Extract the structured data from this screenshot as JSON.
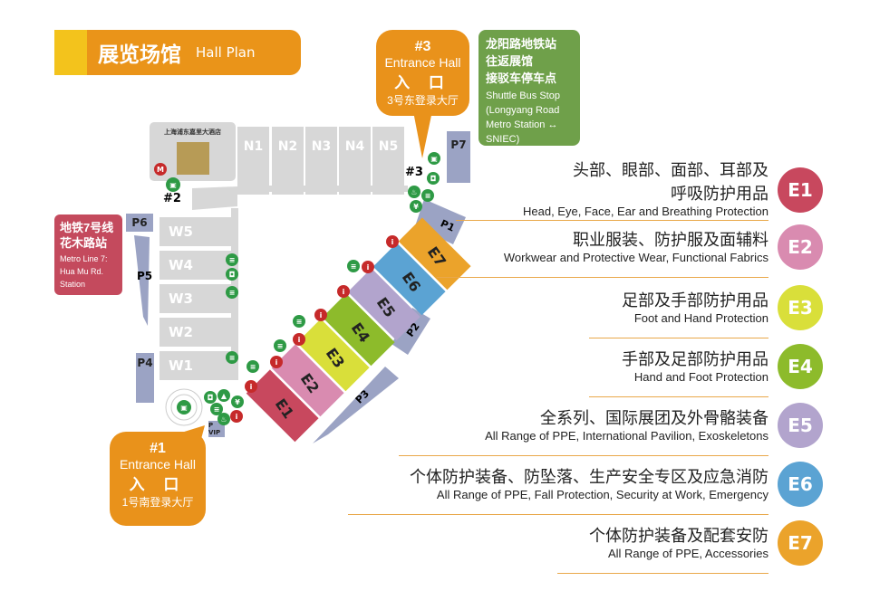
{
  "header": {
    "title_cn": "展览场馆",
    "title_en": "Hall Plan"
  },
  "entrance3": {
    "num": "#3",
    "en": "Entrance Hall",
    "cn": "入 口",
    "sub": "3号东登录大厅"
  },
  "entrance1": {
    "num": "#1",
    "en": "Entrance Hall",
    "cn": "入 口",
    "sub": "1号南登录大厅"
  },
  "shuttle": {
    "cn": [
      "龙阳路地铁站",
      "往返展馆",
      "接驳车停车点"
    ],
    "en": [
      "Shuttle Bus Stop",
      "(Longyang Road",
      "Metro Station ↔",
      "SNIEC)"
    ]
  },
  "metro": {
    "cn": [
      "地铁7号线",
      "花木路站"
    ],
    "en": [
      "Metro Line 7:",
      "Hua Mu Rd.",
      "Station"
    ]
  },
  "hotel": "上海浦东嘉里大酒店",
  "gate2": "#2",
  "gate3": "#3",
  "north_halls": [
    "N1",
    "N2",
    "N3",
    "N4",
    "N5"
  ],
  "west_halls": [
    "W5",
    "W4",
    "W3",
    "W2",
    "W1"
  ],
  "parking": [
    "P1",
    "P2",
    "P3",
    "P4",
    "P5",
    "P6",
    "P7"
  ],
  "vip_parking": "P VIP",
  "east_halls": [
    {
      "id": "E1",
      "color": "#c8485e",
      "cn": "头部、眼部、面部、耳部及\n呼吸防护用品",
      "en": "Head, Eye, Face, Ear and Breathing Protection"
    },
    {
      "id": "E2",
      "color": "#d98bb0",
      "cn": "职业服装、防护服及面辅料",
      "en": "Workwear and Protective Wear, Functional Fabrics"
    },
    {
      "id": "E3",
      "color": "#d9df3a",
      "cn": "足部及手部防护用品",
      "en": "Foot and Hand Protection"
    },
    {
      "id": "E4",
      "color": "#8dbb2b",
      "cn": "手部及足部防护用品",
      "en": "Hand and Foot Protection"
    },
    {
      "id": "E5",
      "color": "#b2a4cd",
      "cn": "全系列、国际展团及外骨骼装备",
      "en": "All Range of PPE, International Pavilion, Exoskeletons"
    },
    {
      "id": "E6",
      "color": "#5ba3d3",
      "cn": "个体防护装备、防坠落、生产安全专区及应急消防",
      "en": "All Range of PPE, Fall Protection, Security at Work, Emergency"
    },
    {
      "id": "E7",
      "color": "#eba32b",
      "cn": "个体防护装备及配套安防",
      "en": "All Range of PPE, Accessories"
    }
  ]
}
